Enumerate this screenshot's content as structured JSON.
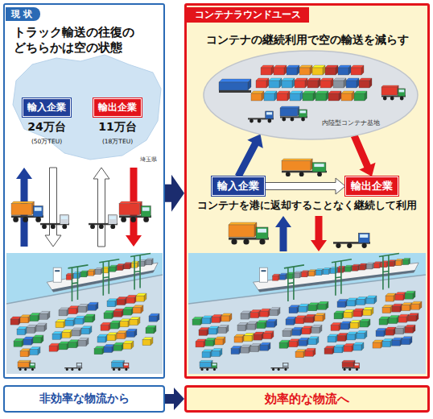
{
  "diagram": {
    "nodes": [
      {
        "text": [
          "現 状",
          "トラック輸送の往復の どちらかは空の状態"
        ]
      },
      {
        "text": [
          "輸入企業"
        ],
        "in": 0
      },
      {
        "text": [
          "輸出企業"
        ],
        "in": 0
      },
      {
        "text": [
          "コンテナラウンドユース",
          "コンテナの継続利用で空の輸送を減らす"
        ]
      },
      {
        "text": [
          "内陸型コンテナ基地"
        ],
        "in": 3
      },
      {
        "text": [
          "輸入企業"
        ],
        "in": 3
      },
      {
        "text": [
          "輸出企業"
        ],
        "in": 3
      },
      {
        "text": [
          "非効率な物流から"
        ]
      },
      {
        "text": [
          "効率的な物流へ"
        ]
      }
    ],
    "edges": [
      {
        "from": 0,
        "to": 3,
        "arrow": "to"
      },
      {
        "from": 5,
        "to": 4,
        "arrow": "to"
      },
      {
        "from": 4,
        "to": 6,
        "arrow": "to"
      },
      {
        "from": 5,
        "to": 6,
        "arrow": "to"
      },
      {
        "from": 7,
        "to": 8,
        "arrow": "to"
      }
    ],
    "labels": [
      "24万台",
      "(50万TEU)",
      "11万台",
      "(18万TEU)",
      "埼玉県",
      "コンテナを港に返却することなく継続して利用"
    ]
  }
}
